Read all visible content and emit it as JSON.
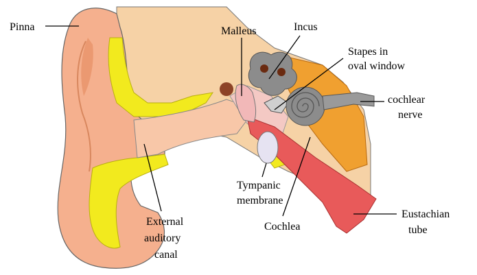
{
  "labels": {
    "pinna": "Pinna",
    "malleus": "Malleus",
    "incus": "Incus",
    "stapes_l1": "Stapes in",
    "stapes_l2": "oval window",
    "cochlear_nerve_l1": "cochlear",
    "cochlear_nerve_l2": "nerve",
    "tympanic_l1": "Tympanic",
    "tympanic_l2": "membrane",
    "cochlea": "Cochlea",
    "eustachian_l1": "Eustachian",
    "eustachian_l2": "tube",
    "canal_l1": "External",
    "canal_l2": "auditory",
    "canal_l3": "canal"
  },
  "colors": {
    "skin": "#f5b08e",
    "skin_light": "#f8c7a8",
    "skin_dark": "#e8946a",
    "outline": "#555555",
    "cartilage": "#f2ea1e",
    "bone_tan": "#f6d2a6",
    "orange_tissue": "#f0a030",
    "ossicle_gray": "#8c8c8c",
    "tube_red": "#e85a5a",
    "drum": "#e6e3f2",
    "nerve": "#9a9a9a"
  }
}
